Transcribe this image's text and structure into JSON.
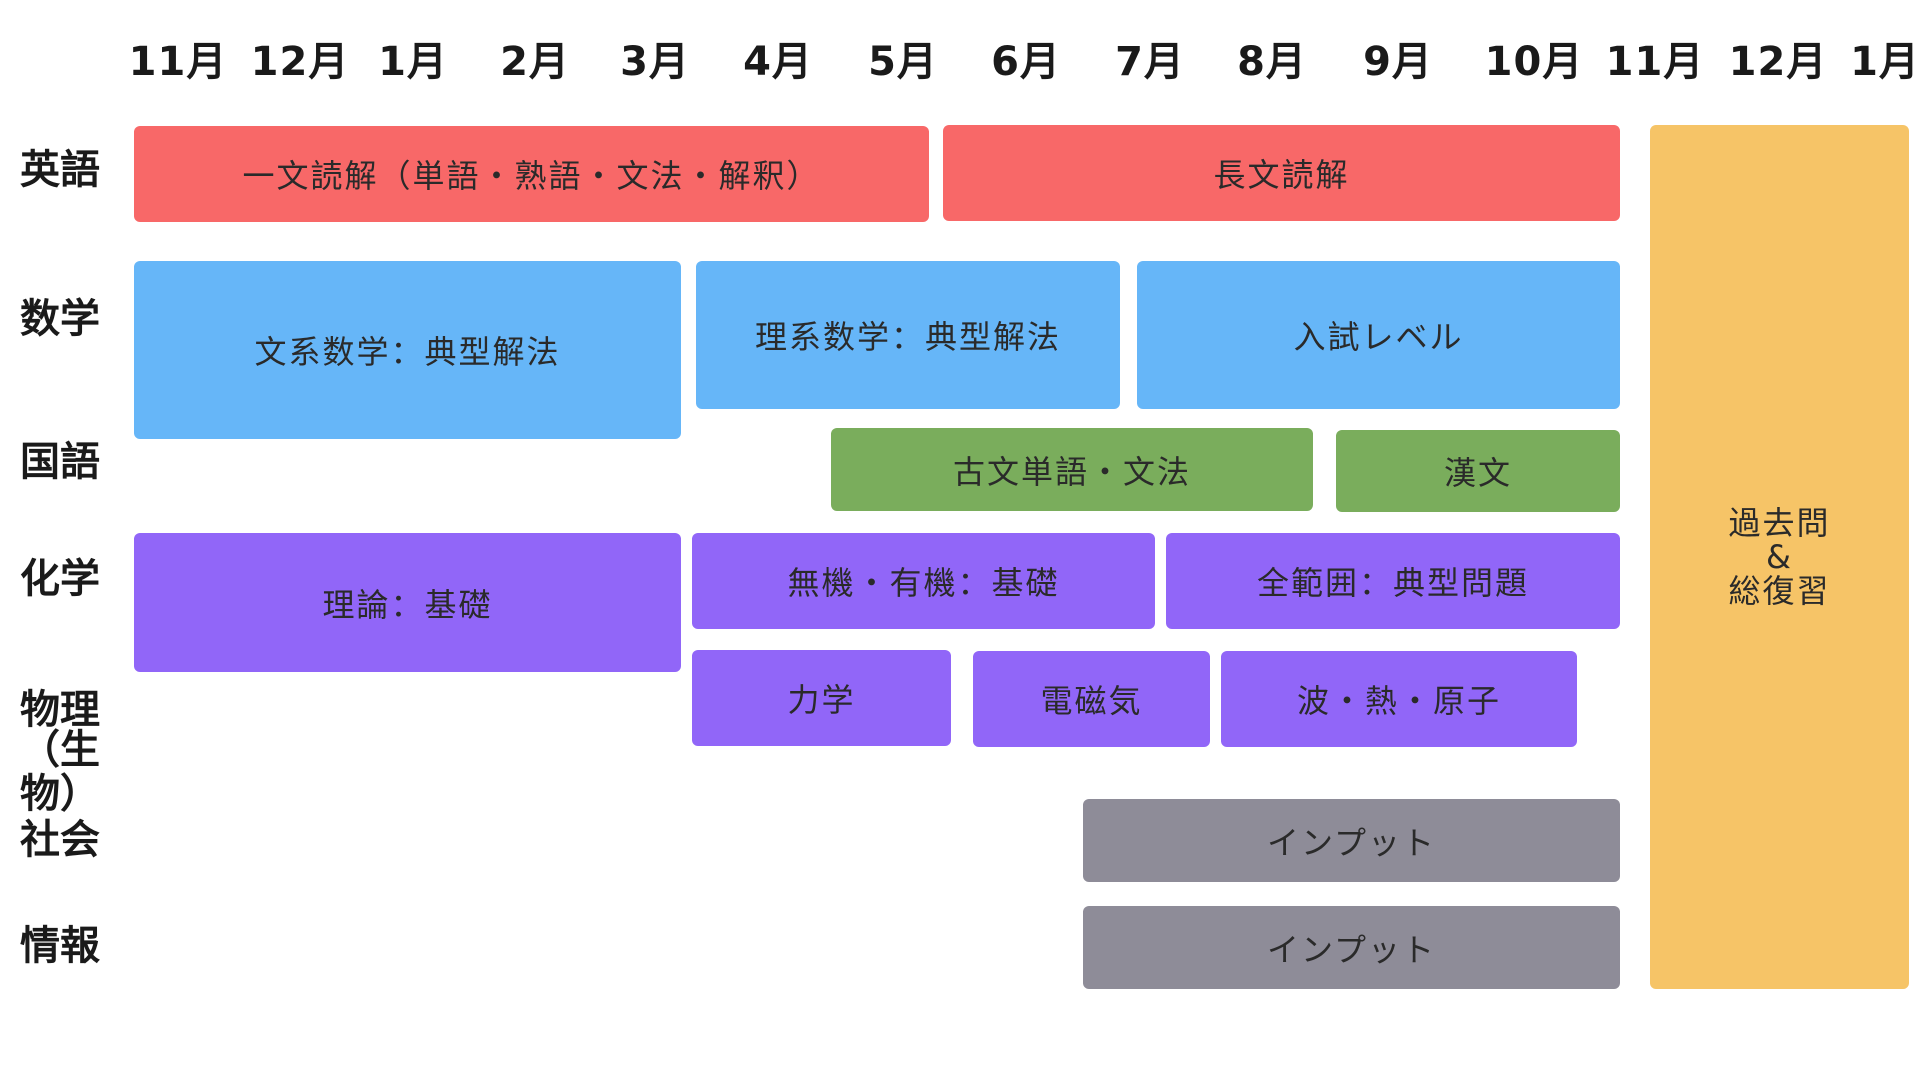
{
  "months": [
    "11月",
    "12月",
    "1月",
    "2月",
    "3月",
    "4月",
    "5月",
    "6月",
    "7月",
    "8月",
    "9月",
    "10月",
    "11月",
    "12月",
    "1月"
  ],
  "subjects": {
    "english": "英語",
    "math": "数学",
    "japanese": "国語",
    "chemistry": "化学",
    "physics_line1": "物理",
    "physics_line2": "（生物）",
    "social": "社会",
    "info": "情報"
  },
  "bars": {
    "english_1": "一文読解（単語・熟語・文法・解釈）",
    "english_2": "長文読解",
    "math_1": "文系数学：典型解法",
    "math_2": "理系数学：典型解法",
    "math_3": "入試レベル",
    "japanese_1": "古文単語・文法",
    "japanese_2": "漢文",
    "chem_1": "理論：基礎",
    "chem_2": "無機・有機：基礎",
    "chem_3": "全範囲：典型問題",
    "phys_1": "力学",
    "phys_2": "電磁気",
    "phys_3": "波・熱・原子",
    "social_1": "インプット",
    "info_1": "インプット",
    "review_line1": "過去問",
    "review_line2": "&",
    "review_line3": "総復習"
  },
  "colors": {
    "english": "#f86868",
    "math": "#66b6f8",
    "japanese": "#7aad5c",
    "science": "#9166f8",
    "social_info": "#8e8c98",
    "review": "#f6c467"
  }
}
